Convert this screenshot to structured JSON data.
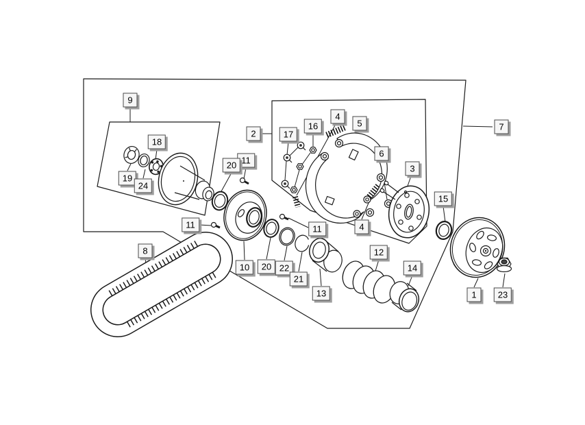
{
  "figure": {
    "kind": "exploded-parts-diagram",
    "description_visible_text_only": true,
    "background_color": "#ffffff",
    "line_color": "#1a1a1a",
    "label_style": {
      "face_color": "#f6f6f6",
      "border_color": "#4a4a4a",
      "shadow_color": "#9e9e9e",
      "text_color": "#000000"
    }
  },
  "labels": [
    {
      "text": "9"
    },
    {
      "text": "18"
    },
    {
      "text": "19"
    },
    {
      "text": "24"
    },
    {
      "text": "2"
    },
    {
      "text": "17"
    },
    {
      "text": "16"
    },
    {
      "text": "4"
    },
    {
      "text": "5"
    },
    {
      "text": "6"
    },
    {
      "text": "3"
    },
    {
      "text": "7"
    },
    {
      "text": "15"
    },
    {
      "text": "4"
    },
    {
      "text": "11"
    },
    {
      "text": "11"
    },
    {
      "text": "11"
    },
    {
      "text": "20"
    },
    {
      "text": "8"
    },
    {
      "text": "10"
    },
    {
      "text": "20"
    },
    {
      "text": "22"
    },
    {
      "text": "21"
    },
    {
      "text": "13"
    },
    {
      "text": "12"
    },
    {
      "text": "14"
    },
    {
      "text": "1"
    },
    {
      "text": "23"
    }
  ]
}
